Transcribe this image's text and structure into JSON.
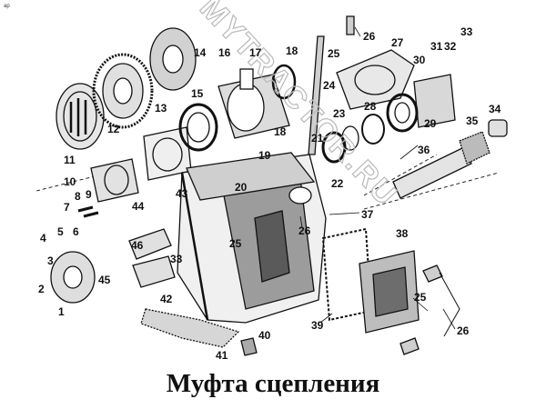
{
  "corner_mark": "ap",
  "title": "Муфта сцепления",
  "watermark": "MYTRACTOR.RU",
  "callouts": [
    "1",
    "2",
    "3",
    "4",
    "5",
    "6",
    "7",
    "8",
    "9",
    "10",
    "11",
    "12",
    "13",
    "14",
    "15",
    "16",
    "17",
    "18",
    "18",
    "19",
    "20",
    "21",
    "22",
    "23",
    "24",
    "25",
    "25",
    "25",
    "26",
    "26",
    "26",
    "27",
    "28",
    "29",
    "30",
    "31",
    "32",
    "33",
    "33",
    "34",
    "35",
    "36",
    "37",
    "38",
    "39",
    "40",
    "41",
    "42",
    "43",
    "44",
    "45",
    "46"
  ],
  "colors": {
    "ink": "#111111",
    "watermark": "#b9b9b9",
    "background": "#ffffff"
  }
}
